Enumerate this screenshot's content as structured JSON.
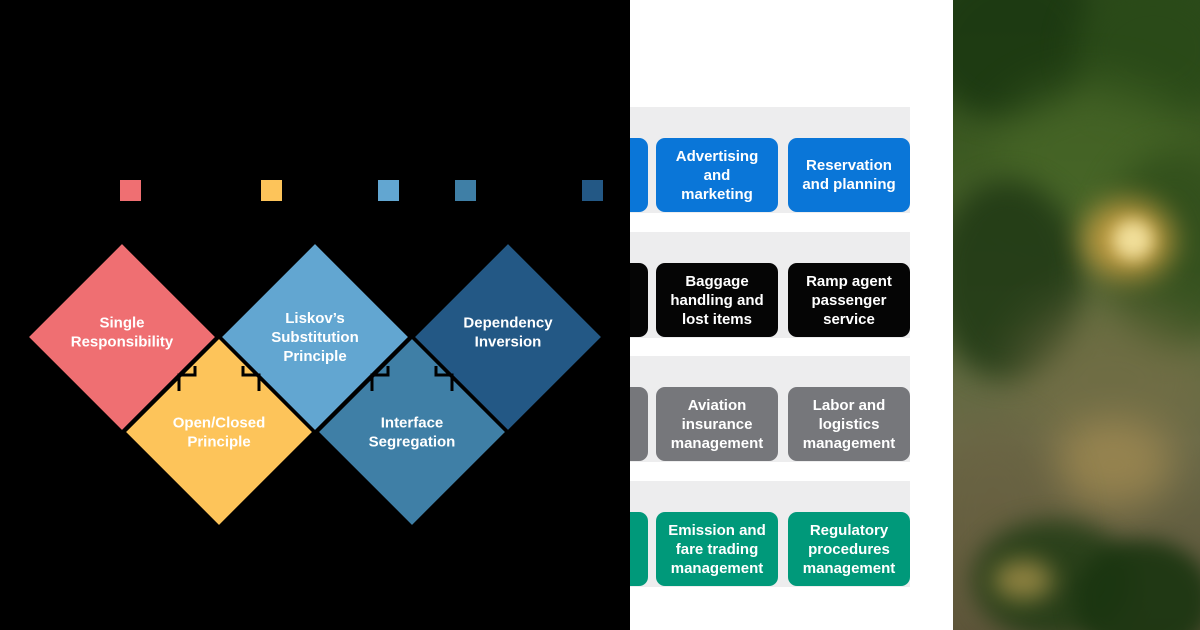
{
  "solid_diagram": {
    "legend_colors": [
      "#ef6f72",
      "#fdc45a",
      "#62a6d1",
      "#3f7fa6",
      "#235885"
    ],
    "shapes": [
      {
        "id": "single-responsibility",
        "label": [
          "Single",
          "Responsibility"
        ],
        "color": "#ef6f72"
      },
      {
        "id": "open-closed",
        "label": [
          "Open/Closed",
          "Principle"
        ],
        "color": "#fdc45a"
      },
      {
        "id": "liskov",
        "label": [
          "Liskov’s",
          "Substitution",
          "Principle"
        ],
        "color": "#62a6d1"
      },
      {
        "id": "interface-segregation",
        "label": [
          "Interface",
          "Segregation"
        ],
        "color": "#3f7fa6"
      },
      {
        "id": "dependency-inversion",
        "label": [
          "Dependency",
          "Inversion"
        ],
        "color": "#235885"
      }
    ]
  },
  "capability_map": {
    "rows": [
      {
        "color": "#0a76d8",
        "tiles": [
          [
            "Advertising",
            "and",
            "marketing"
          ],
          [
            "Reservation",
            "and planning"
          ]
        ]
      },
      {
        "color": "#050505",
        "tiles": [
          [
            "Baggage",
            "handling and",
            "lost items"
          ],
          [
            "Ramp agent",
            "passenger",
            "service"
          ]
        ]
      },
      {
        "color": "#76777b",
        "tiles": [
          [
            "Aviation",
            "insurance",
            "management"
          ],
          [
            "Labor and",
            "logistics",
            "management"
          ]
        ]
      },
      {
        "color": "#00997a",
        "tiles": [
          [
            "Emission and",
            "fare trading",
            "management"
          ],
          [
            "Regulatory",
            "procedures",
            "management"
          ]
        ]
      }
    ]
  },
  "photo": {
    "palette": [
      "#2d4a1c",
      "#3d5a22",
      "#6b6a48",
      "#e6b04a",
      "#1d3a12"
    ]
  }
}
